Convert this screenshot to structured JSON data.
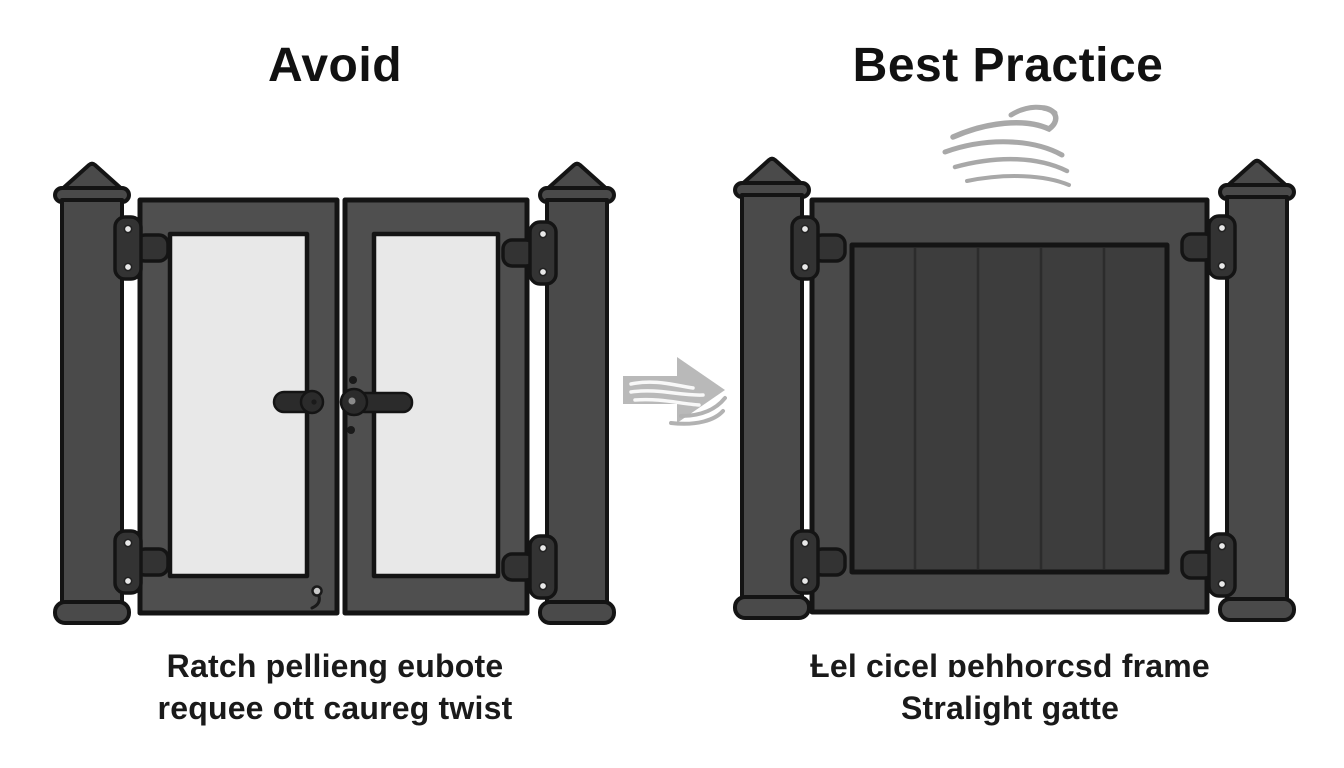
{
  "left_diagram": {
    "title": "Avoid",
    "caption_line1": "Ratch pellieng eubote",
    "caption_line2": "requee ott caureg twist"
  },
  "right_diagram": {
    "title": "Best Practice",
    "caption_line1": "Ƚel cicel ɒehhorcsd frame",
    "caption_line2": "Stralight gatte"
  },
  "icons": {
    "wind": "wind-swoosh-icon",
    "transition": "arrow-right-icon",
    "hinge": "hinge-icon",
    "post": "fence-post-icon",
    "handle": "gate-latch-handle-icon"
  },
  "colors": {
    "background": "#ffffff",
    "frame_gray": "#4a4a4a",
    "panel_light": "#e8e8e8",
    "panel_dark": "#3d3d3d",
    "outline": "#141414",
    "hinge_gray": "#333333",
    "swoosh_gray": "#a8a8a8",
    "arrow_gray": "#b9b9b9",
    "text": "#111111"
  }
}
